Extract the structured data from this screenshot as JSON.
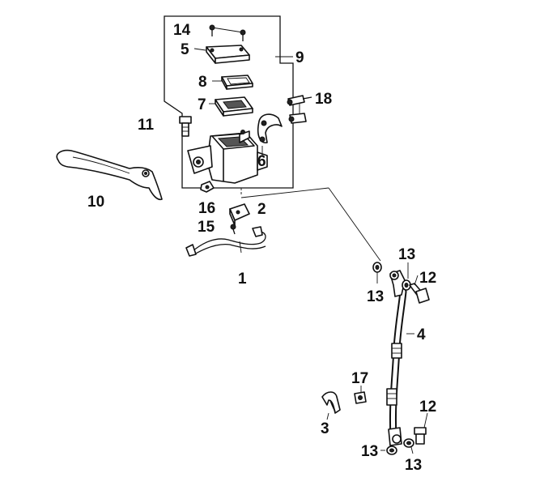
{
  "diagram": {
    "labels": {
      "p1": "1",
      "p2": "2",
      "p3": "3",
      "p4": "4",
      "p5": "5",
      "p6": "6",
      "p7": "7",
      "p8": "8",
      "p9": "9",
      "p10": "10",
      "p11": "11",
      "p12a": "12",
      "p12b": "12",
      "p13a": "13",
      "p13b": "13",
      "p13c": "13",
      "p13d": "13",
      "p14": "14",
      "p15": "15",
      "p16": "16",
      "p17": "17",
      "p18": "18"
    }
  }
}
